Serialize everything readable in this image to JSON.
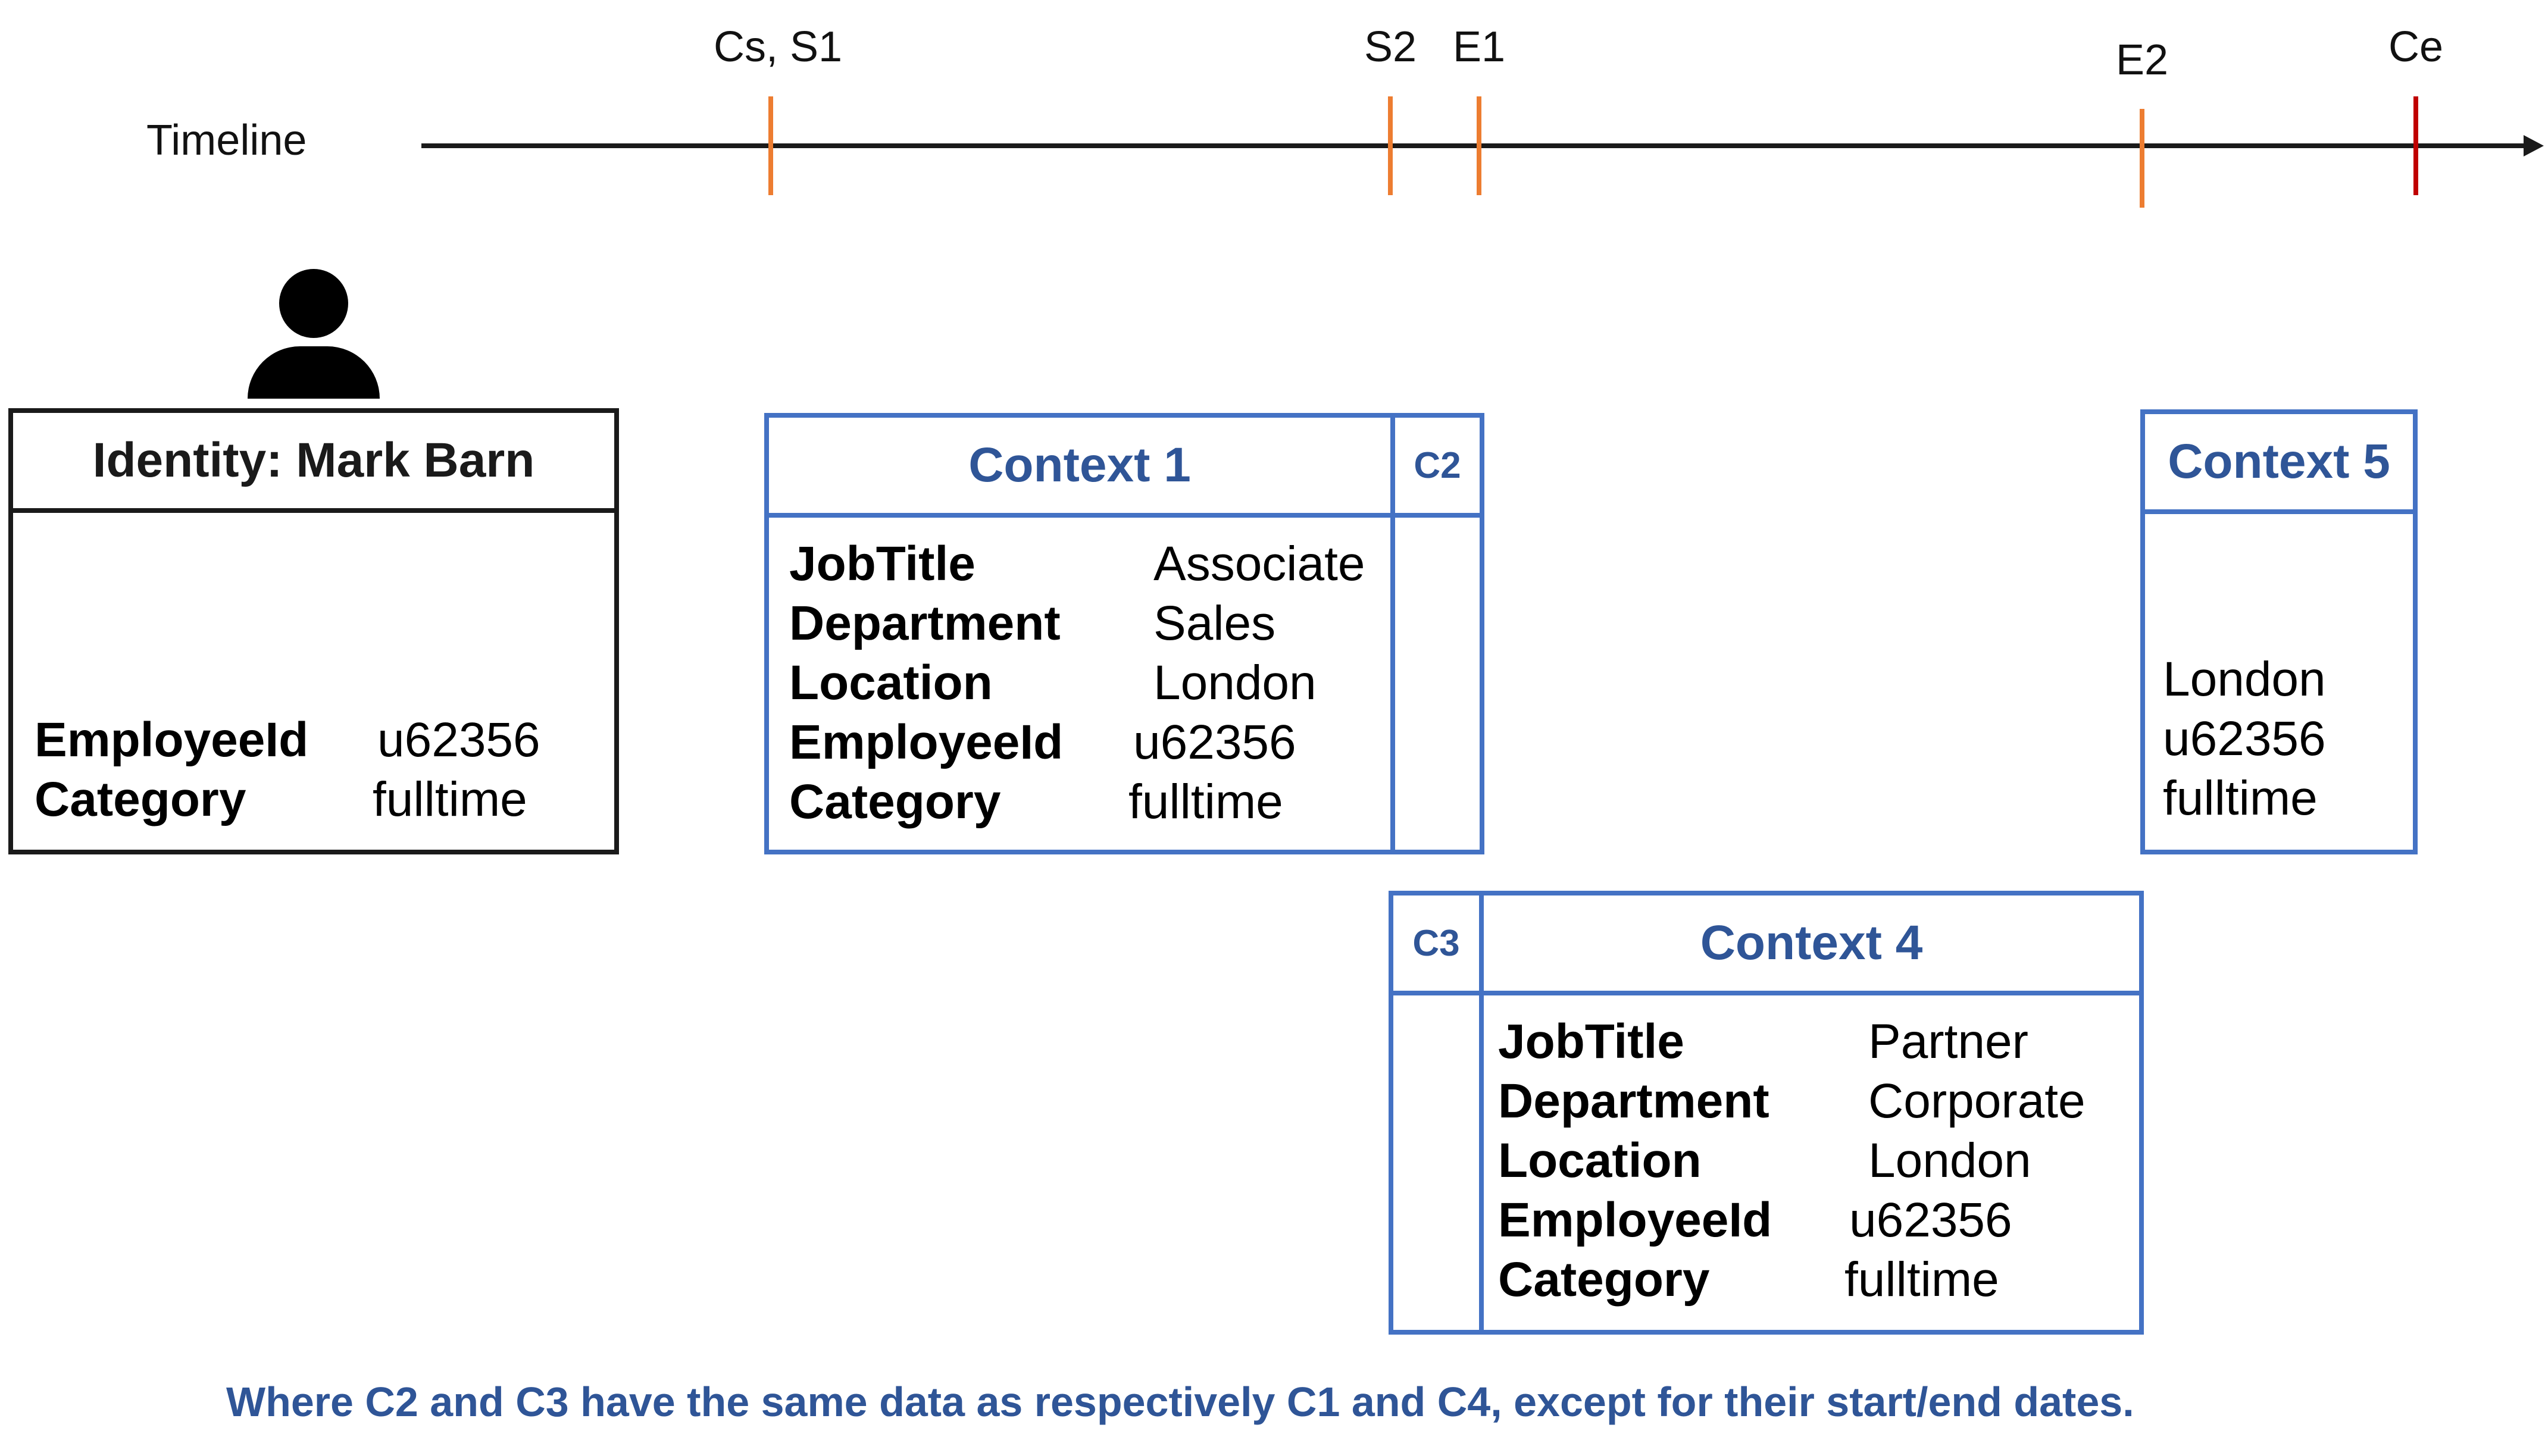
{
  "timeline": {
    "label": "Timeline",
    "markers": [
      {
        "label": "Cs, S1",
        "color": "#ed7d31"
      },
      {
        "label": "S2",
        "color": "#ed7d31"
      },
      {
        "label": "E1",
        "color": "#ed7d31"
      },
      {
        "label": "E2",
        "color": "#ed7d31"
      },
      {
        "label": "Ce",
        "color": "#c00000"
      }
    ]
  },
  "identity": {
    "icon": "person-icon",
    "title": "Identity: Mark Barn",
    "attributes": [
      {
        "key": "EmployeeId",
        "value": "u62356"
      },
      {
        "key": "Category",
        "value": "fulltime"
      }
    ]
  },
  "context1": {
    "title": "Context 1",
    "attributes": [
      {
        "key": "JobTitle",
        "value": "Associate"
      },
      {
        "key": "Department",
        "value": "Sales"
      },
      {
        "key": "Location",
        "value": "London"
      },
      {
        "key": "EmployeeId",
        "value": "u62356"
      },
      {
        "key": "Category",
        "value": "fulltime"
      }
    ]
  },
  "context2": {
    "title": "C2"
  },
  "context3": {
    "title": "C3"
  },
  "context4": {
    "title": "Context 4",
    "attributes": [
      {
        "key": "JobTitle",
        "value": "Partner"
      },
      {
        "key": "Department",
        "value": "Corporate"
      },
      {
        "key": "Location",
        "value": "London"
      },
      {
        "key": "EmployeeId",
        "value": "u62356"
      },
      {
        "key": "Category",
        "value": "fulltime"
      }
    ]
  },
  "context5": {
    "title": "Context 5",
    "values": [
      "London",
      "u62356",
      "fulltime"
    ]
  },
  "colors": {
    "context_border": "#4472c4",
    "context_text": "#2f5597",
    "identity_border": "#1a1a1a"
  },
  "note": "Where C2 and C3 have the same data as respectively C1 and C4, except for their start/end dates."
}
